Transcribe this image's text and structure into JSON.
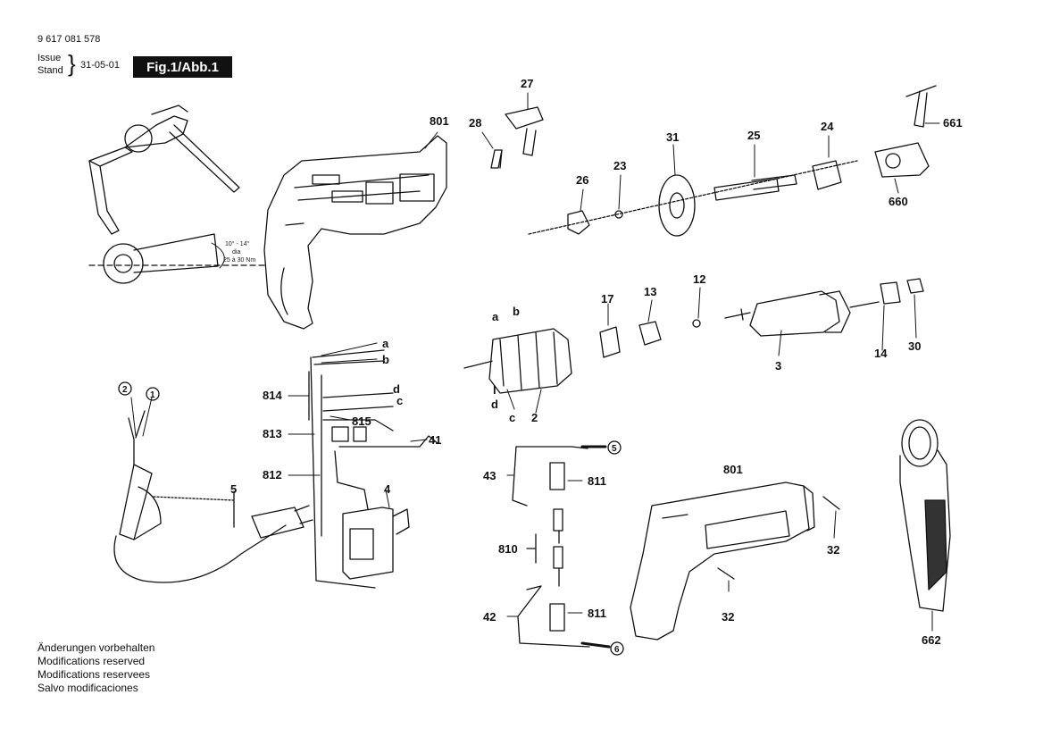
{
  "header": {
    "doc_number": "9 617 081 578",
    "issue_label": "Issue",
    "stand_label": "Stand",
    "date": "31-05-01",
    "figure_label": "Fig.1/Abb.1"
  },
  "parts": {
    "p801a": "801",
    "p27": "27",
    "p28": "28",
    "p31": "31",
    "p25": "25",
    "p24": "24",
    "p661": "661",
    "p23": "23",
    "p26": "26",
    "p660": "660",
    "p17": "17",
    "p13": "13",
    "p12": "12",
    "p3": "3",
    "p14": "14",
    "p30": "30",
    "p2": "2",
    "a1": "a",
    "b1": "b",
    "a2": "a",
    "b2": "b",
    "d1": "d",
    "c1": "c",
    "l1": "l",
    "d2": "d",
    "c2": "c",
    "p814": "814",
    "p813": "813",
    "p812": "812",
    "p815": "815",
    "p41": "41",
    "p4": "4",
    "p5": "5",
    "p43": "43",
    "p42": "42",
    "p810": "810",
    "p811a": "811",
    "p811b": "811",
    "p801b": "801",
    "p32a": "32",
    "p32b": "32",
    "p662": "662",
    "c1n": "1",
    "c2n": "2",
    "c5n": "5",
    "c6n": "6"
  },
  "torque_note": {
    "line1": "10° - 14°",
    "line2": "dia",
    "line3": "25 à 30 Nm"
  },
  "footer": {
    "line1": "Änderungen vorbehalten",
    "line2": "Modifications reserved",
    "line3": "Modifications reservees",
    "line4": "Salvo modificaciones"
  }
}
